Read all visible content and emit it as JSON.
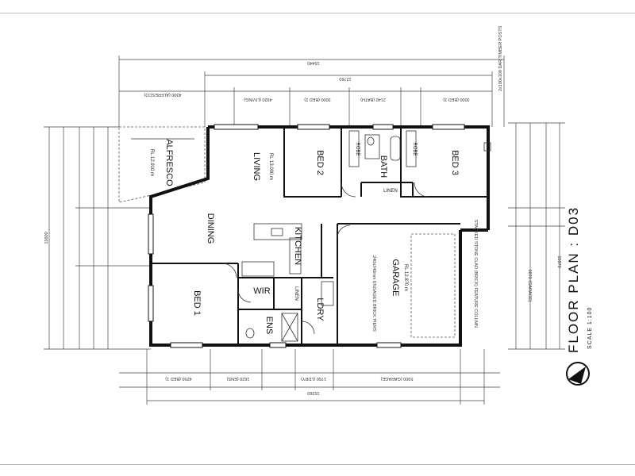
{
  "rooms": {
    "alfresco": "ALFRESCO",
    "alfresco_rl": "RL 12.910 m",
    "living": "LIVING",
    "living_rl": "RL 13.000 m",
    "bed2": "BED 2",
    "bath": "BATH",
    "bed3": "BED 3",
    "linen": "LINEN",
    "dining": "DINING",
    "kitchen": "KITCHEN",
    "bed1": "BED 1",
    "wir": "WIR",
    "ens": "ENS",
    "ldry": "LDRY",
    "garage": "GARAGE",
    "garage_rl": "RL 12.870 m",
    "robe1": "ROBE",
    "robe2": "ROBE",
    "linen2": "LINEN"
  },
  "notes": {
    "garage_pier": "240x240mm ENGAGED BRICK PIERS",
    "stacked_stone": "STACKED STONE CLAD (BRICK) FEATURE COLUMN",
    "timber_posts": "2x100x100 DAR TIMBER POSTS"
  },
  "dimensions": {
    "top_overall": "15440",
    "top_inner": "12760",
    "alfresco_w": "4300 (ALFRESCO)",
    "living_w": "4920 (LIVING)",
    "bed2_w": "3000 (BED 2)",
    "bath_w": "2140 (BATH)",
    "bed3_w": "3000 (BED 3)",
    "bottom_overall": "15260",
    "bed1_w": "4250 (BED 1)",
    "ens_w": "1620 (ENS)",
    "ldry_w": "1760 (LDRY)",
    "garage_w": "5900 (GARAGE)",
    "left_overall": "15600",
    "right_overall": "15870",
    "garage_d": "5870 (GARAGE)"
  },
  "title": {
    "main": "FLOOR  PLAN : D03",
    "scale": "SCALE 1:100"
  }
}
